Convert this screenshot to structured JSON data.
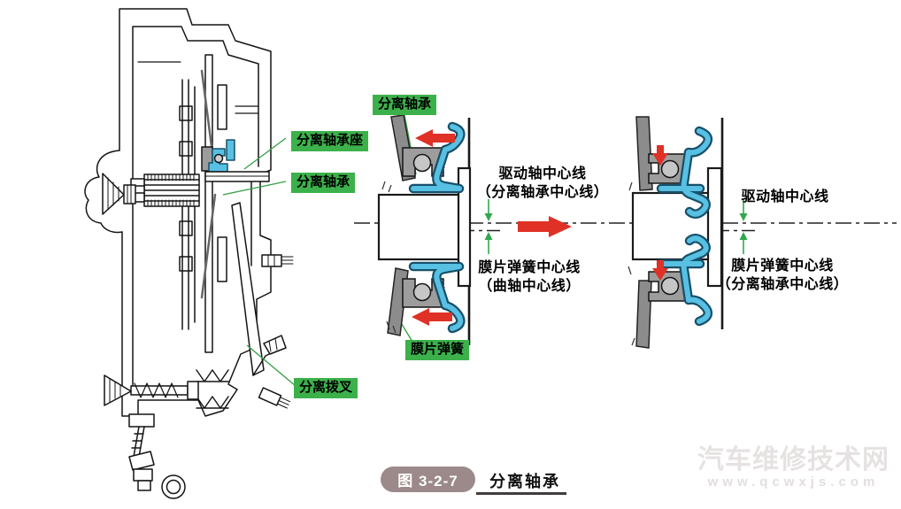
{
  "figure_caption": {
    "tag": "图 3-2-7",
    "title": "分离轴承"
  },
  "part_labels": {
    "release_bearing_seat": "分离轴承座",
    "release_bearing": "分离轴承",
    "release_bearing_schematic": "分离轴承",
    "diaphragm_spring": "膜片弹簧",
    "release_fork": "分离拨叉"
  },
  "centerline_annotations": {
    "left_diagram": {
      "top_line1": "驱动轴中心线",
      "top_line2": "（分离轴承中心线）",
      "bottom_line1": "膜片弹簧中心线",
      "bottom_line2": "（曲轴中心线）"
    },
    "right_diagram": {
      "top_line1": "驱动轴中心线",
      "bottom_line1": "膜片弹簧中心线",
      "bottom_line2": "（分离轴承中心线）"
    }
  },
  "watermark": {
    "site_name": "汽车维修技术网",
    "site_url": "www.qcwxjs.com"
  },
  "colors": {
    "label_green": "#3cb14b",
    "arrow_red": "#e03127",
    "dimension_green": "#2fa84e",
    "part_blue": "#58c0e2",
    "part_blue_outline": "#17506b",
    "metal_gray": "#8c8c8c",
    "caption_box": "#9c8a8a"
  }
}
